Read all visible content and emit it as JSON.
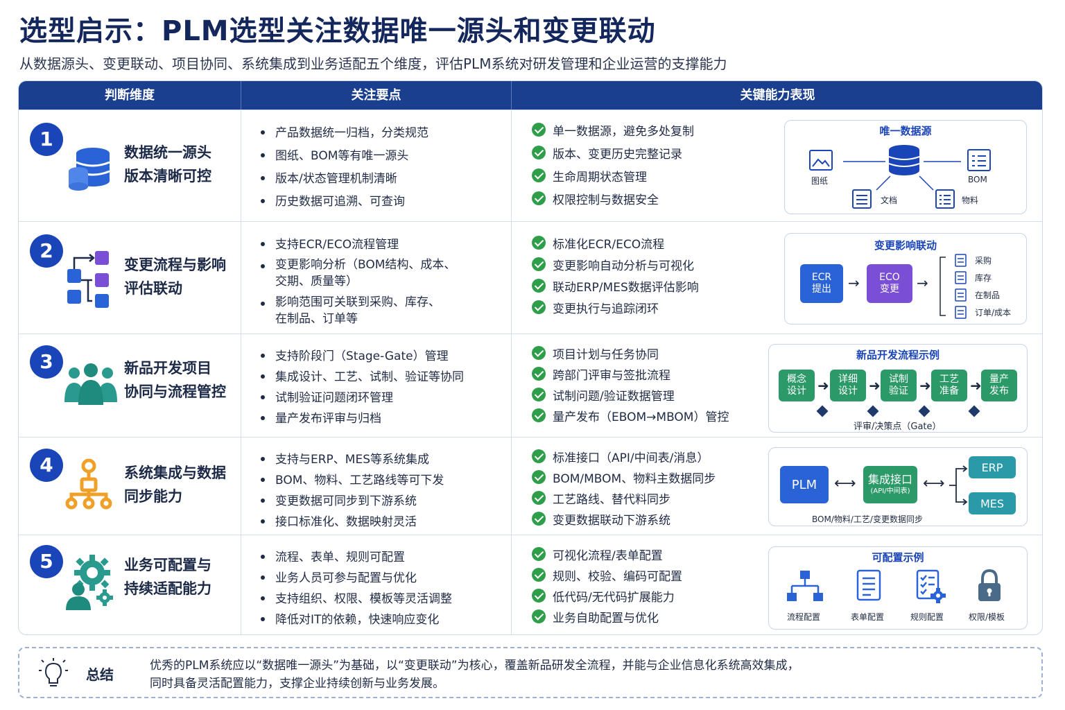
{
  "title": "选型启示：PLM选型关注数据唯一源头和变更联动",
  "subtitle": "从数据源头、变更联动、项目协同、系统集成到业务适配五个维度，评估PLM系统对研发管理和企业运营的支撑能力",
  "table": {
    "headers": [
      "判断维度",
      "关注要点",
      "关键能力表现"
    ]
  },
  "rows": [
    {
      "num": "1",
      "icon": "database-icon",
      "dim_lines": [
        "数据统一源头",
        "版本清晰可控"
      ],
      "points": [
        "产品数据统一归档，分类规范",
        "图纸、BOM等有唯一源头",
        "版本/状态管理机制清晰",
        "历史数据可追溯、可查询"
      ],
      "caps": [
        "单一数据源，避免多处复制",
        "版本、变更历史完整记录",
        "生命周期状态管理",
        "权限控制与数据安全"
      ]
    },
    {
      "num": "2",
      "icon": "workflow-icon",
      "dim_lines": [
        "变更流程与影响",
        "评估联动"
      ],
      "points": [
        [
          "支持ECR/ECO流程管理"
        ],
        [
          "变更影响分析（BOM结构、成本、",
          "交期、质量等）"
        ],
        [
          "影响范围可关联到采购、库存、",
          "在制品、订单等"
        ]
      ],
      "caps": [
        "标准化ECR/ECO流程",
        "变更影响自动分析与可视化",
        "联动ERP/MES数据评估影响",
        "变更执行与追踪闭环"
      ]
    },
    {
      "num": "3",
      "icon": "team-icon",
      "dim_lines": [
        "新品开发项目",
        "协同与流程管控"
      ],
      "points": [
        "支持阶段门（Stage-Gate）管理",
        "集成设计、工艺、试制、验证等协同",
        "试制验证问题闭环管理",
        "量产发布评审与归档"
      ],
      "caps": [
        "项目计划与任务协同",
        "跨部门评审与签批流程",
        "试制问题/验证数据管理",
        "量产发布（EBOM→MBOM）管控"
      ]
    },
    {
      "num": "4",
      "icon": "integration-icon",
      "dim_lines": [
        "系统集成与数据",
        "同步能力"
      ],
      "points": [
        "支持与ERP、MES等系统集成",
        "BOM、物料、工艺路线等可下发",
        "变更数据可同步到下游系统",
        "接口标准化、数据映射灵活"
      ],
      "caps": [
        "标准接口（API/中间表/消息）",
        "BOM/MBOM、物料主数据同步",
        "工艺路线、替代料同步",
        "变更数据联动下游系统"
      ]
    },
    {
      "num": "5",
      "icon": "config-gear-icon",
      "dim_lines": [
        "业务可配置与",
        "持续适配能力"
      ],
      "points": [
        "流程、表单、规则可配置",
        "业务人员可参与配置与优化",
        "支持组织、权限、模板等灵活调整",
        "降低对IT的依赖，快速响应变化"
      ],
      "caps": [
        "可视化流程/表单配置",
        "规则、校验、编码可配置",
        "低代码/无代码扩展能力",
        "业务自助配置与优化"
      ]
    }
  ],
  "panels": {
    "p1": {
      "title": "唯一数据源",
      "labels": {
        "drawing": "图纸",
        "bom": "BOM",
        "doc": "文档",
        "material": "物料"
      }
    },
    "p2": {
      "title": "变更影响联动",
      "ecr": [
        "ECR",
        "提出"
      ],
      "eco": [
        "ECO",
        "变更"
      ],
      "items": [
        "采购",
        "库存",
        "在制品",
        "订单/成本"
      ]
    },
    "p3": {
      "title": "新品开发流程示例",
      "stages": [
        [
          "概念",
          "设计"
        ],
        [
          "详细",
          "设计"
        ],
        [
          "试制",
          "验证"
        ],
        [
          "工艺",
          "准备"
        ],
        [
          "量产",
          "发布"
        ]
      ],
      "gate_label": "评审/决策点（Gate）"
    },
    "p4": {
      "plm": "PLM",
      "hub": "集成接口",
      "hub_sub": "(API/中间表)",
      "erp": "ERP",
      "mes": "MES",
      "caption": "BOM/物料/工艺/变更数据同步"
    },
    "p5": {
      "title": "可配置示例",
      "items": [
        "流程配置",
        "表单配置",
        "规则配置",
        "权限/模板"
      ]
    }
  },
  "summary": {
    "label": "总结",
    "lines": [
      "优秀的PLM系统应以“数据唯一源头”为基础，以“变更联动”为核心，覆盖新品研发全流程，并能与企业信息化系统高效集成，",
      "同时具备灵活配置能力，支撑企业持续创新与业务发展。"
    ]
  },
  "colors": {
    "header": "#1b3f8f",
    "accent": "#1a45b8",
    "check": "#2e9e4a",
    "green_box": "#2c9a68",
    "purple": "#7a4fd6",
    "orange": "#f0a028"
  }
}
